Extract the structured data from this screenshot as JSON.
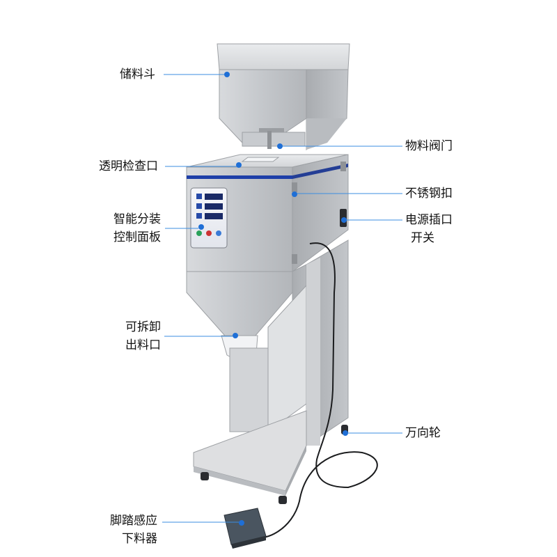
{
  "labels": {
    "hopper": "储料斗",
    "inspection_port": "透明检查口",
    "panel_line1": "智能分装",
    "panel_line2": "控制面板",
    "outlet_line1": "可拆卸",
    "outlet_line2": "出料口",
    "foot_line1": "脚踏感应",
    "foot_line2": "下料器",
    "valve": "物料阀门",
    "buckle": "不锈钢扣",
    "power_line1": "电源插口",
    "power_line2": "开关",
    "caster": "万向轮"
  },
  "colors": {
    "leader_line": "#3b8de0",
    "dot": "#1f6fd6",
    "steel": "#c9ccd0",
    "blue_stripe": "#1e3fa8"
  }
}
